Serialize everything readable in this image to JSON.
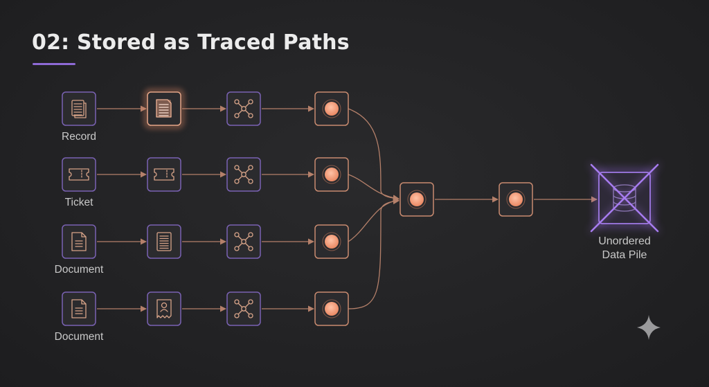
{
  "title": "02: Stored as Traced Paths",
  "rows": [
    {
      "label": "Record",
      "source_icon": "record-document-icon",
      "copy_icon": "highlighted-document-icon",
      "highlight": true
    },
    {
      "label": "Ticket",
      "source_icon": "ticket-icon",
      "copy_icon": "ticket-icon",
      "highlight": false
    },
    {
      "label": "Document",
      "source_icon": "document-icon",
      "copy_icon": "lined-document-icon",
      "highlight": false
    },
    {
      "label": "Document",
      "source_icon": "document-icon",
      "copy_icon": "id-receipt-icon",
      "highlight": false
    }
  ],
  "stages": [
    "source",
    "copy",
    "network-graph",
    "point-node"
  ],
  "merge_nodes": [
    "merge-node",
    "relay-node"
  ],
  "destination": {
    "label_line1": "Unordered",
    "label_line2": "Data Pile",
    "icon": "database-crossed-out-icon"
  },
  "corner_icon": "sparkle-icon",
  "colors": {
    "accent_purple": "#8e6ad6",
    "accent_orange": "#e48a66",
    "node_fill": "#f39a7a",
    "connector": "#b5806a"
  }
}
